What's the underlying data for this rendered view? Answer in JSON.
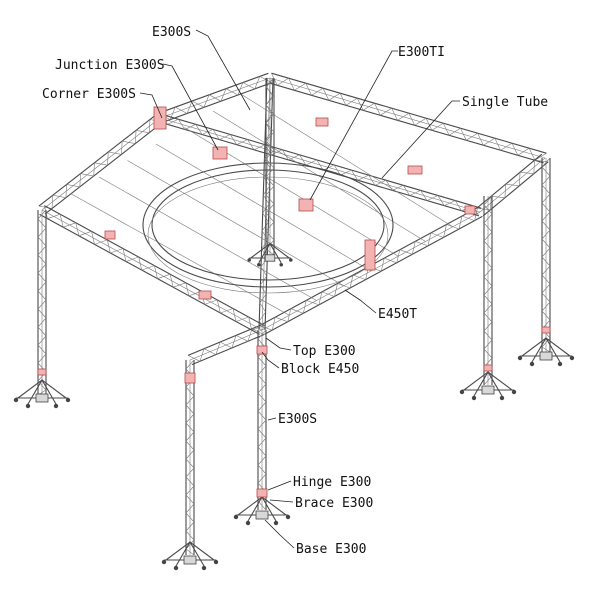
{
  "labels": {
    "e300s_top": "E300S",
    "junction": "Junction E300S",
    "corner": "Corner E300S",
    "e300tl": "E300TI",
    "single_tube": "Single Tube",
    "e450t": "E450T",
    "top_e300": "Top E300",
    "block_e450": "Block E450",
    "e300s_leg": "E300S",
    "hinge": "Hinge E300",
    "brace": "Brace E300",
    "base": "Base E300"
  },
  "colors": {
    "truss": "#4a4a4a",
    "joint_fill": "#f3b3b3",
    "joint_stroke": "#b94a4a",
    "text": "#111111"
  }
}
